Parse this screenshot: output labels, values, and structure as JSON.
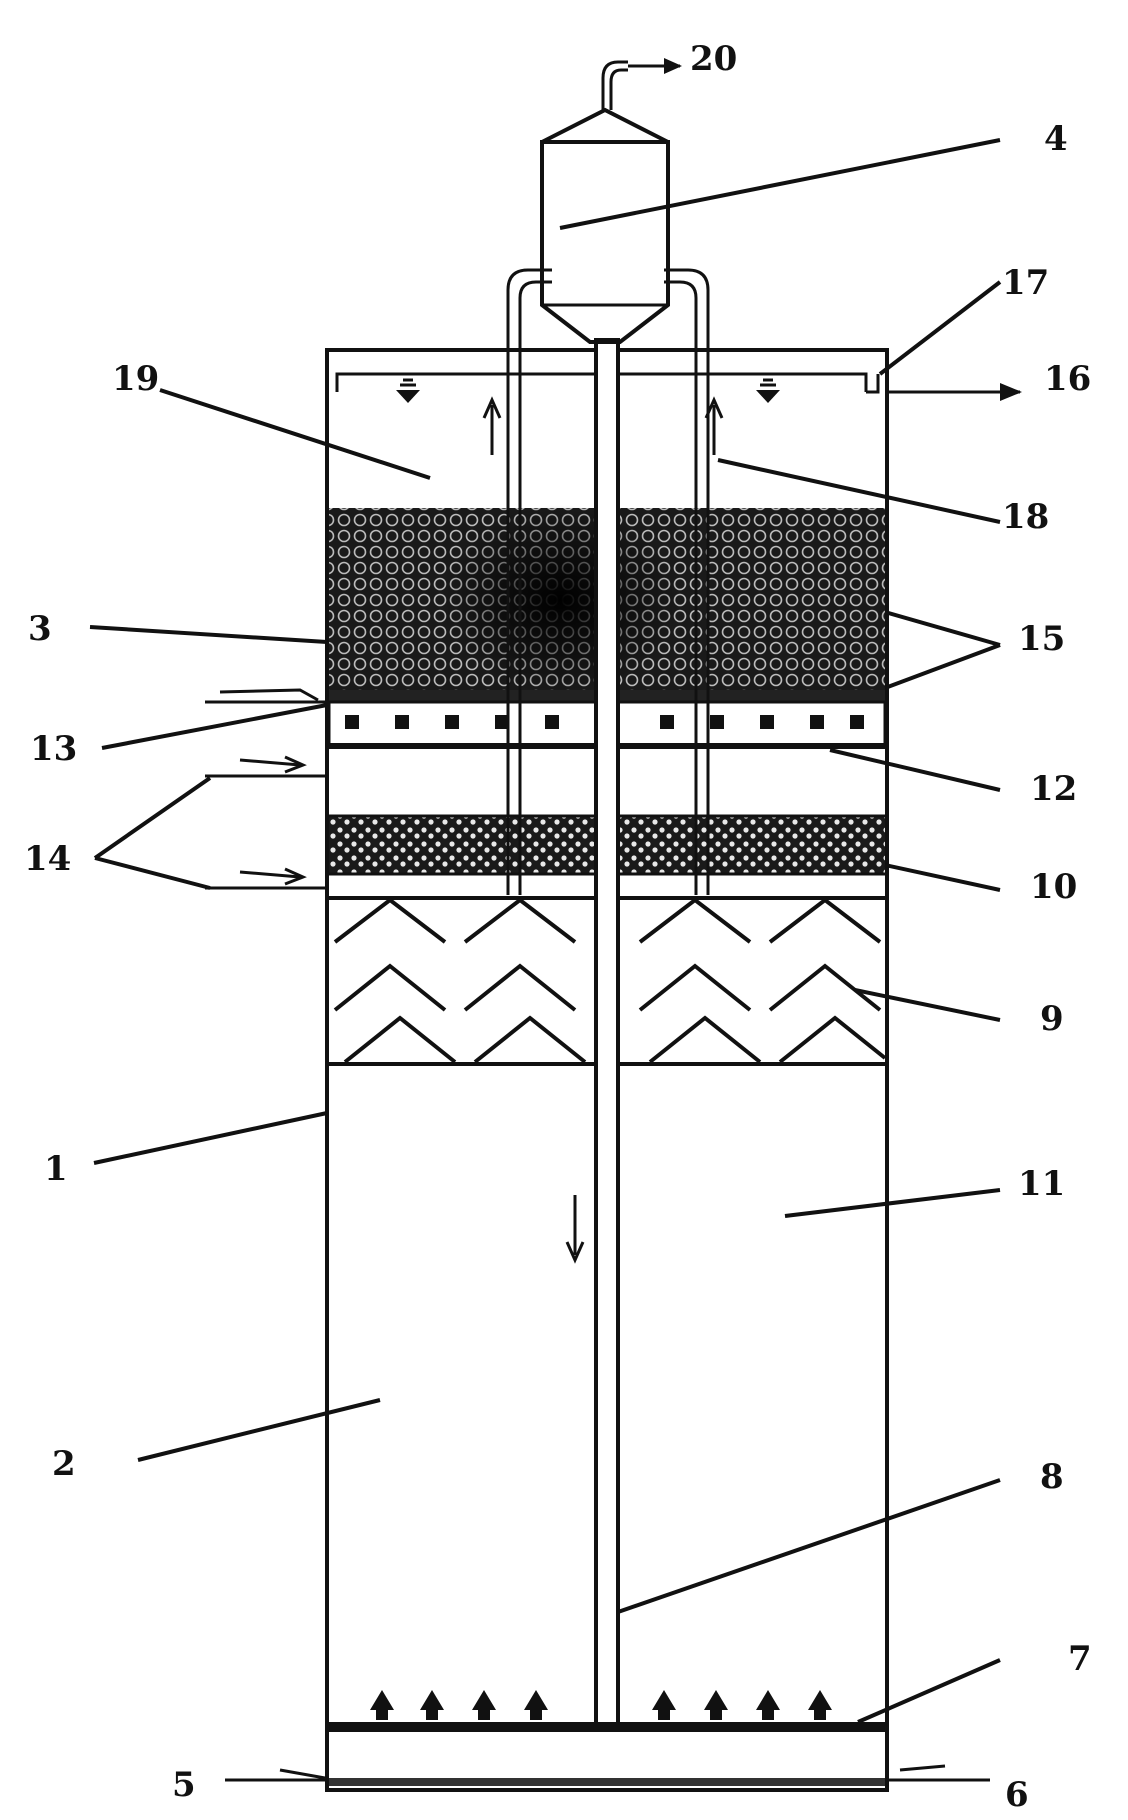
{
  "labels": {
    "n1": "1",
    "n2": "2",
    "n3": "3",
    "n4": "4",
    "n5": "5",
    "n6": "6",
    "n7": "7",
    "n8": "8",
    "n9": "9",
    "n10": "10",
    "n11": "11",
    "n12": "12",
    "n13": "13",
    "n14": "14",
    "n15": "15",
    "n16": "16",
    "n17": "17",
    "n18": "18",
    "n19": "19",
    "n20": "20"
  },
  "colors": {
    "ink": "#111111",
    "paper": "#ffffff",
    "packing": "#1a1a1a"
  },
  "icons": [
    "vertical-arrow-icon",
    "horizontal-arrow-icon",
    "water-level-marker-icon",
    "diffuser-nozzle-icon"
  ]
}
